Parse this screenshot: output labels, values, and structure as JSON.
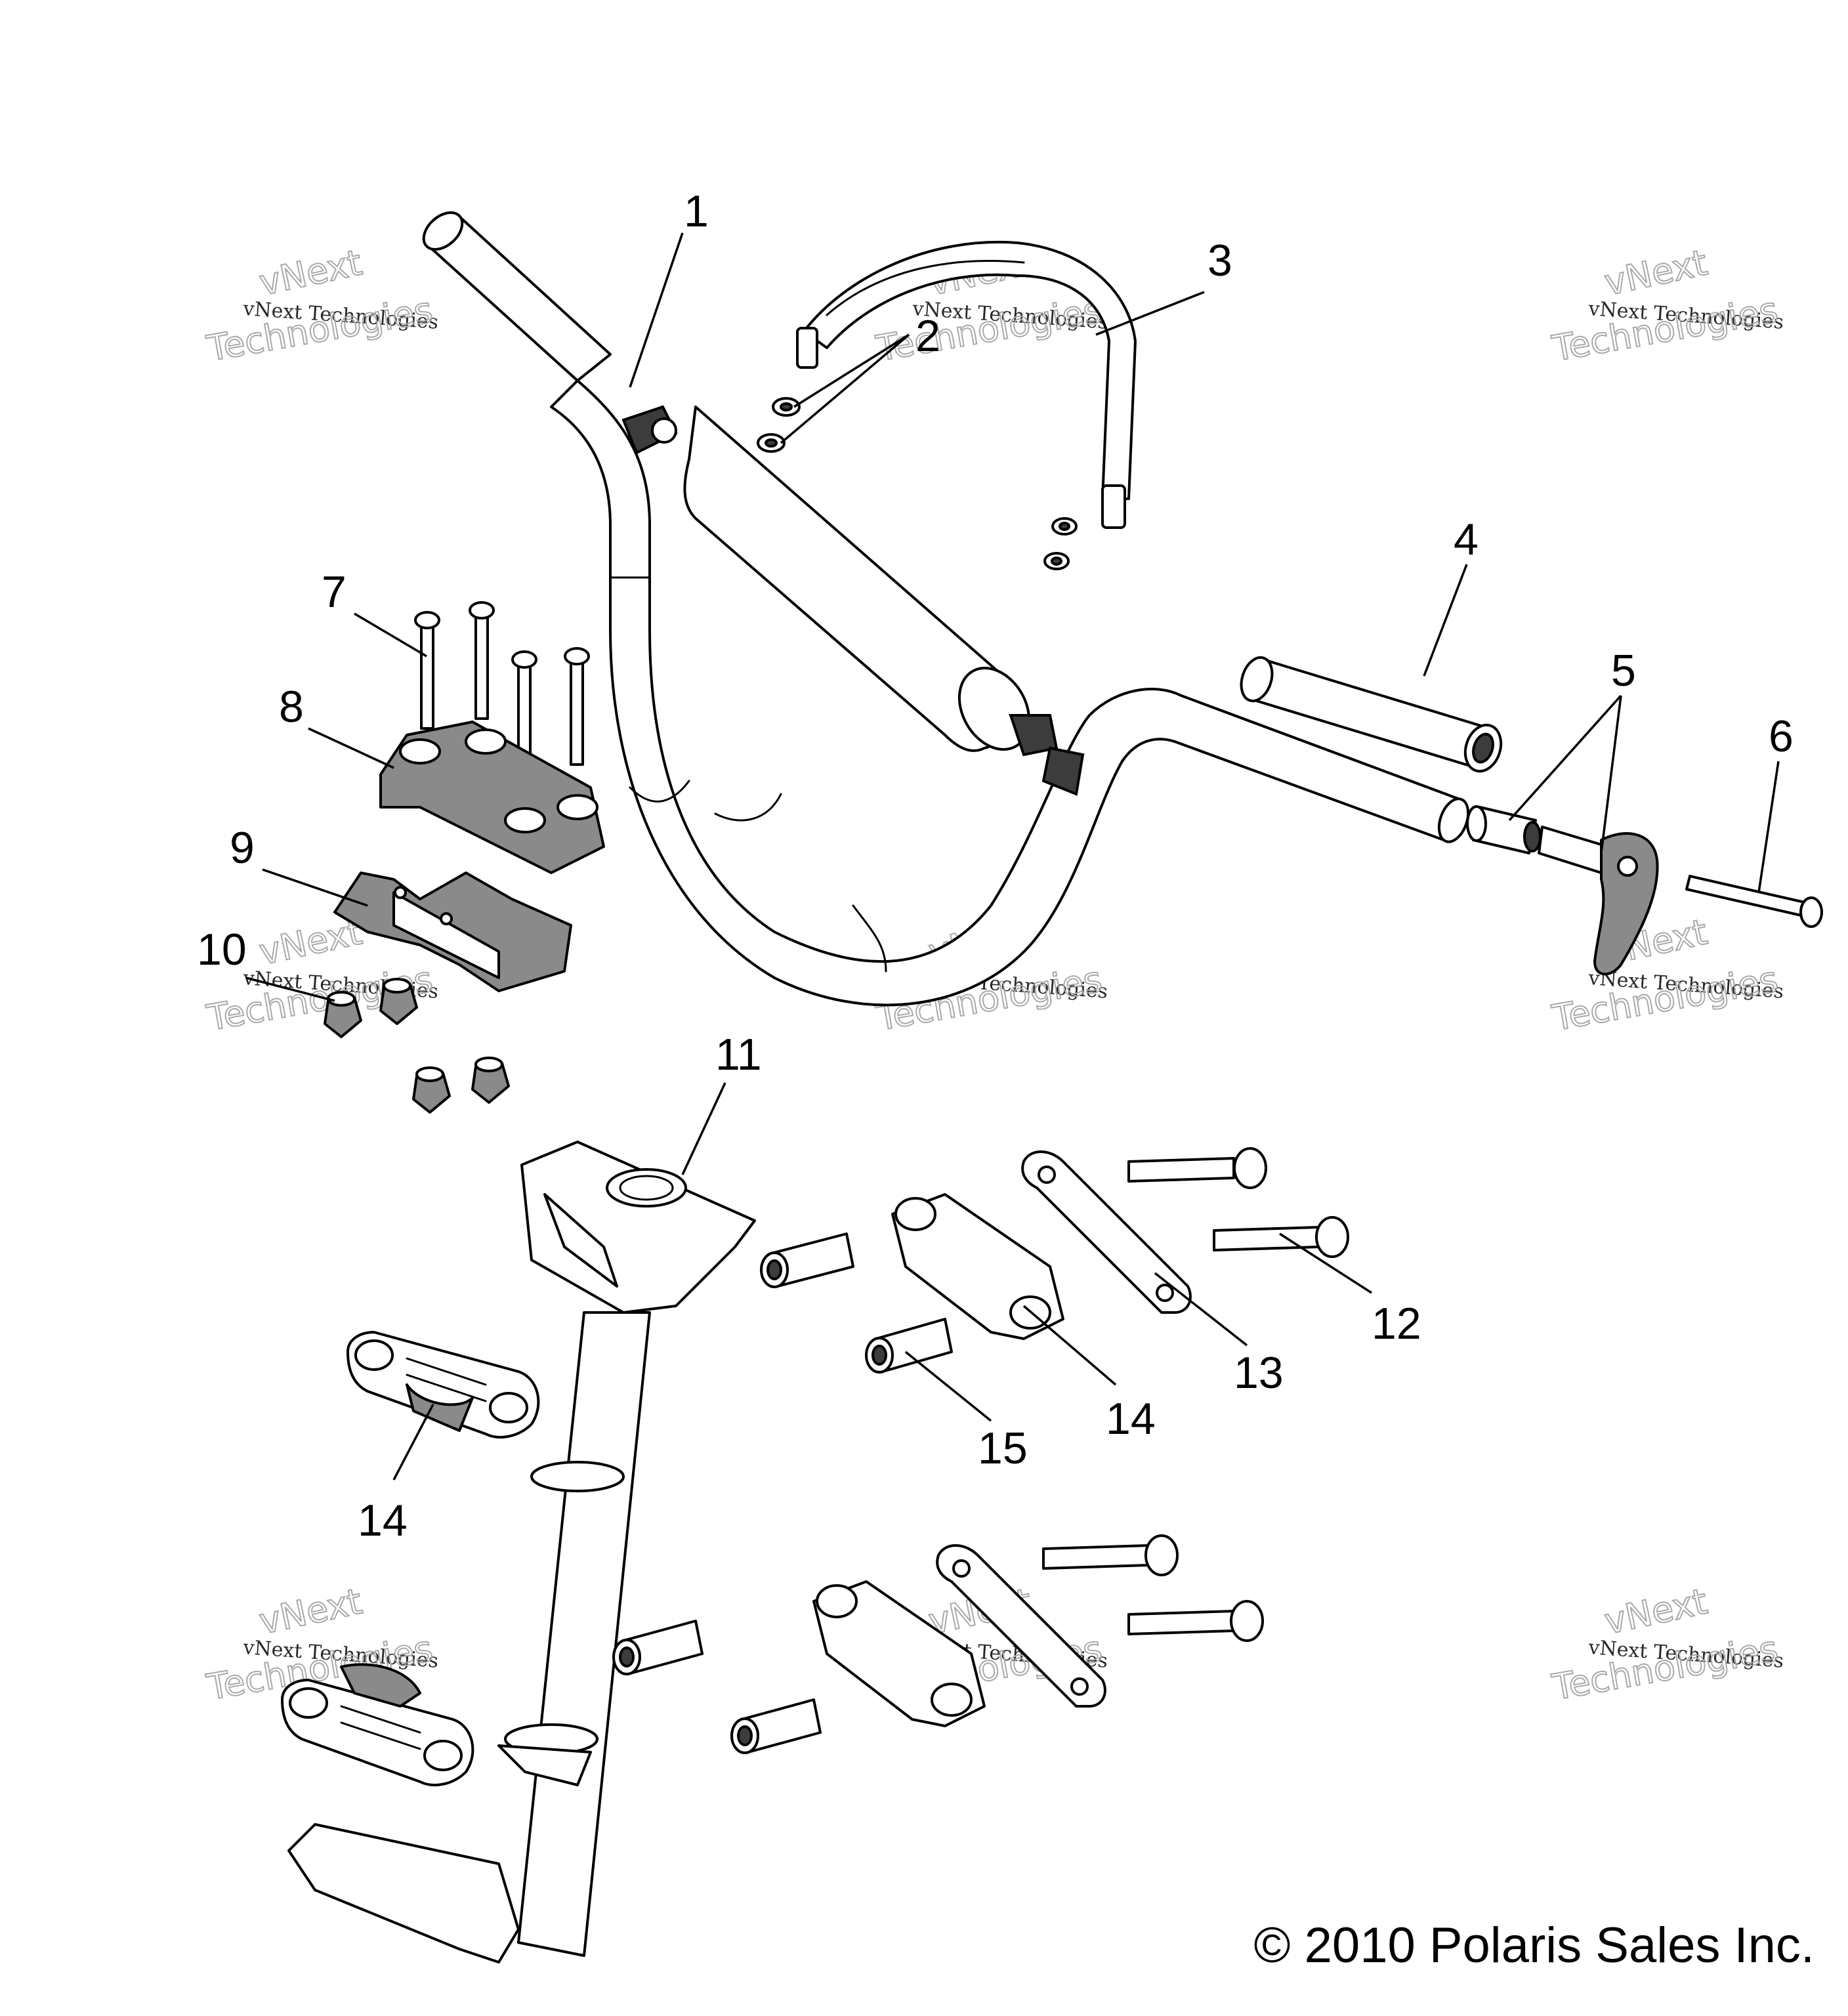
{
  "diagram": {
    "callouts": [
      "1",
      "2",
      "3",
      "4",
      "5",
      "6",
      "7",
      "8",
      "9",
      "10",
      "11",
      "12",
      "13",
      "14",
      "15",
      "14"
    ],
    "watermark": {
      "line1": "vNext",
      "line2": "vNext Technologies",
      "line3": "Technologies"
    },
    "copyright": "© 2010 Polaris Sales Inc."
  }
}
